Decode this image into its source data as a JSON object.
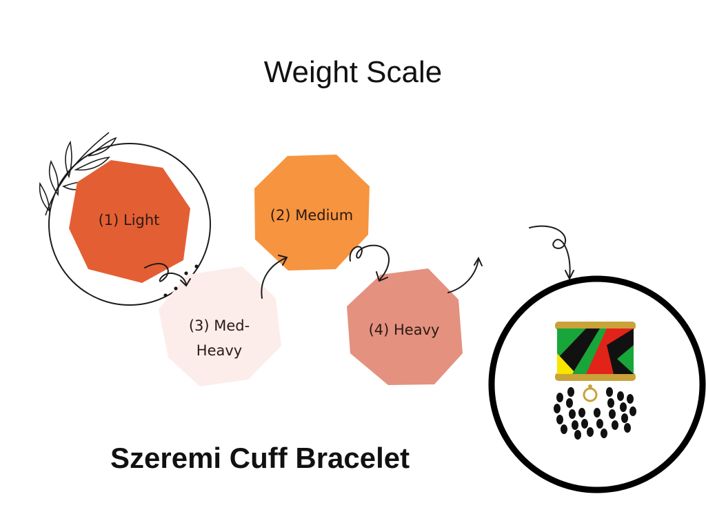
{
  "title": "Weight Scale",
  "product_name": "Szeremi Cuff Bracelet",
  "levels": [
    {
      "label": "(1) Light",
      "color": "#E35F33"
    },
    {
      "label": "(2) Medium",
      "color": "#F7943F"
    },
    {
      "label_line1": "(3) Med-",
      "label_line2": "Heavy",
      "color": "#FCEDEA"
    },
    {
      "label": "(4) Heavy",
      "color": "#E49180"
    }
  ],
  "bracelet": {
    "colors": {
      "red": "#E2231A",
      "green": "#18A539",
      "yellow": "#F6E600",
      "black": "#111111",
      "gold": "#C9A23A"
    }
  }
}
